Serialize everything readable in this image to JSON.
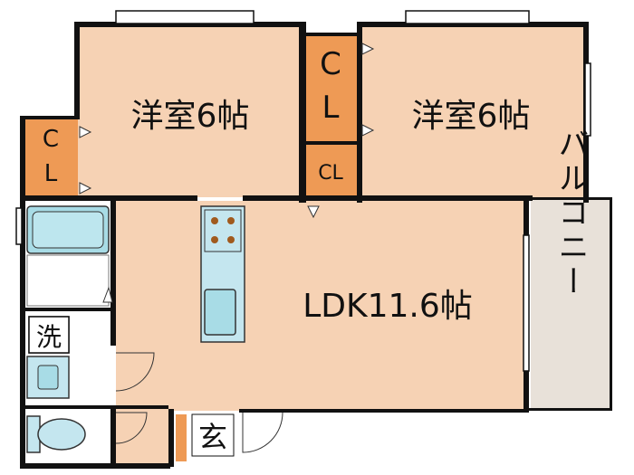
{
  "colors": {
    "room_fill": "#f6d2b4",
    "closet_fill": "#ee9a55",
    "wet_fill": "#ffffff",
    "fixture_fill": "#a8dce6",
    "counter_fill": "#c4e6ef",
    "balcony_fill": "#e8e1d9",
    "wall": "#111111"
  },
  "rooms": {
    "bedroom_left": {
      "label": "洋室6帖"
    },
    "bedroom_right": {
      "label": "洋室6帖"
    },
    "ldk": {
      "label": "LDK11.6帖"
    },
    "balcony": {
      "label": "バルコニー"
    },
    "entrance": {
      "label": "玄"
    },
    "laundry": {
      "label": "洗"
    }
  },
  "closets": {
    "left": {
      "line1": "C",
      "line2": "L"
    },
    "center_tall": {
      "line1": "C",
      "line2": "L"
    },
    "center_small": {
      "label": "CL"
    }
  },
  "fixtures": {
    "bathtub": "bathtub-icon",
    "stove": "stove-icon",
    "kitchen_sink": "sink-icon",
    "washbasin": "washbasin-icon",
    "toilet": "toilet-icon"
  }
}
